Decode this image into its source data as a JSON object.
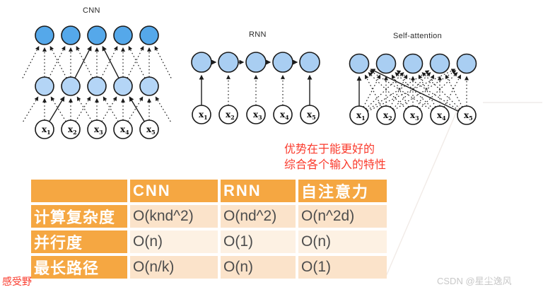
{
  "page": {
    "background": "#ffffff"
  },
  "colors": {
    "accent_red": "#fa3a2c",
    "watermark_gray": "#c8c8c8",
    "edge_black": "#1c1c1c",
    "node_outline": "#1a1a1a"
  },
  "diagrams": [
    {
      "id": "cnn",
      "title": "CNN",
      "output_node_color": "#55a8ea",
      "hidden_node_color": "#b4d5f6",
      "input_node_color": "#ffffff",
      "input_labels": [
        {
          "base": "x",
          "sub": "1"
        },
        {
          "base": "x",
          "sub": "2"
        },
        {
          "base": "x",
          "sub": "3"
        },
        {
          "base": "x",
          "sub": "4"
        },
        {
          "base": "x",
          "sub": "5"
        }
      ],
      "kernel_size": 3,
      "solid_input_to_hidden": [
        [
          1,
          2
        ],
        [
          5,
          4
        ]
      ],
      "solid_hidden_to_output": [
        [
          2,
          3
        ],
        [
          4,
          3
        ]
      ]
    },
    {
      "id": "rnn",
      "title": "RNN",
      "state_node_color": "#a9cef2",
      "input_node_color": "#ffffff",
      "input_labels": [
        {
          "base": "x",
          "sub": "1"
        },
        {
          "base": "x",
          "sub": "2"
        },
        {
          "base": "x",
          "sub": "3"
        },
        {
          "base": "x",
          "sub": "4"
        },
        {
          "base": "x",
          "sub": "5"
        }
      ],
      "solid_input_indices": [
        1,
        5
      ]
    },
    {
      "id": "attention",
      "title": "Self-attention",
      "output_node_color": "#a9cef2",
      "input_node_color": "#ffffff",
      "input_labels": [
        {
          "base": "x",
          "sub": "1"
        },
        {
          "base": "x",
          "sub": "2"
        },
        {
          "base": "x",
          "sub": "3"
        },
        {
          "base": "x",
          "sub": "4"
        },
        {
          "base": "x",
          "sub": "5"
        }
      ],
      "fully_connected": true,
      "solid_edges_input_to_output": [
        [
          1,
          1
        ],
        [
          5,
          1
        ]
      ]
    }
  ],
  "annotations": {
    "advantage_note": {
      "lines": [
        "优势在于能更好的",
        "综合各个输入的特性"
      ],
      "color": "#fa3a2c"
    },
    "receptive_field": {
      "text": "感受野",
      "color": "#fa3a2c"
    }
  },
  "table": {
    "header": [
      "",
      "CNN",
      "RNN",
      "自注意力"
    ],
    "rows": [
      {
        "label": "计算复杂度",
        "values": [
          "O(knd^2)",
          "O(nd^2)",
          "O(n^2d)"
        ]
      },
      {
        "label": "并行度",
        "values": [
          "O(n)",
          "O(1)",
          "O(n)"
        ]
      },
      {
        "label": "最长路径",
        "values": [
          "O(n/k)",
          "O(n)",
          "O(1)"
        ]
      }
    ],
    "colors": {
      "header_bg": "#f5a742",
      "label_bg": "#f5a742",
      "row_bg_dark": "#fbe3ca",
      "row_bg_light": "#fdf1e3",
      "header_text": "#ffffff",
      "value_text": "#4d4d4d"
    }
  },
  "watermark": {
    "text": "CSDN @星尘逸风"
  }
}
